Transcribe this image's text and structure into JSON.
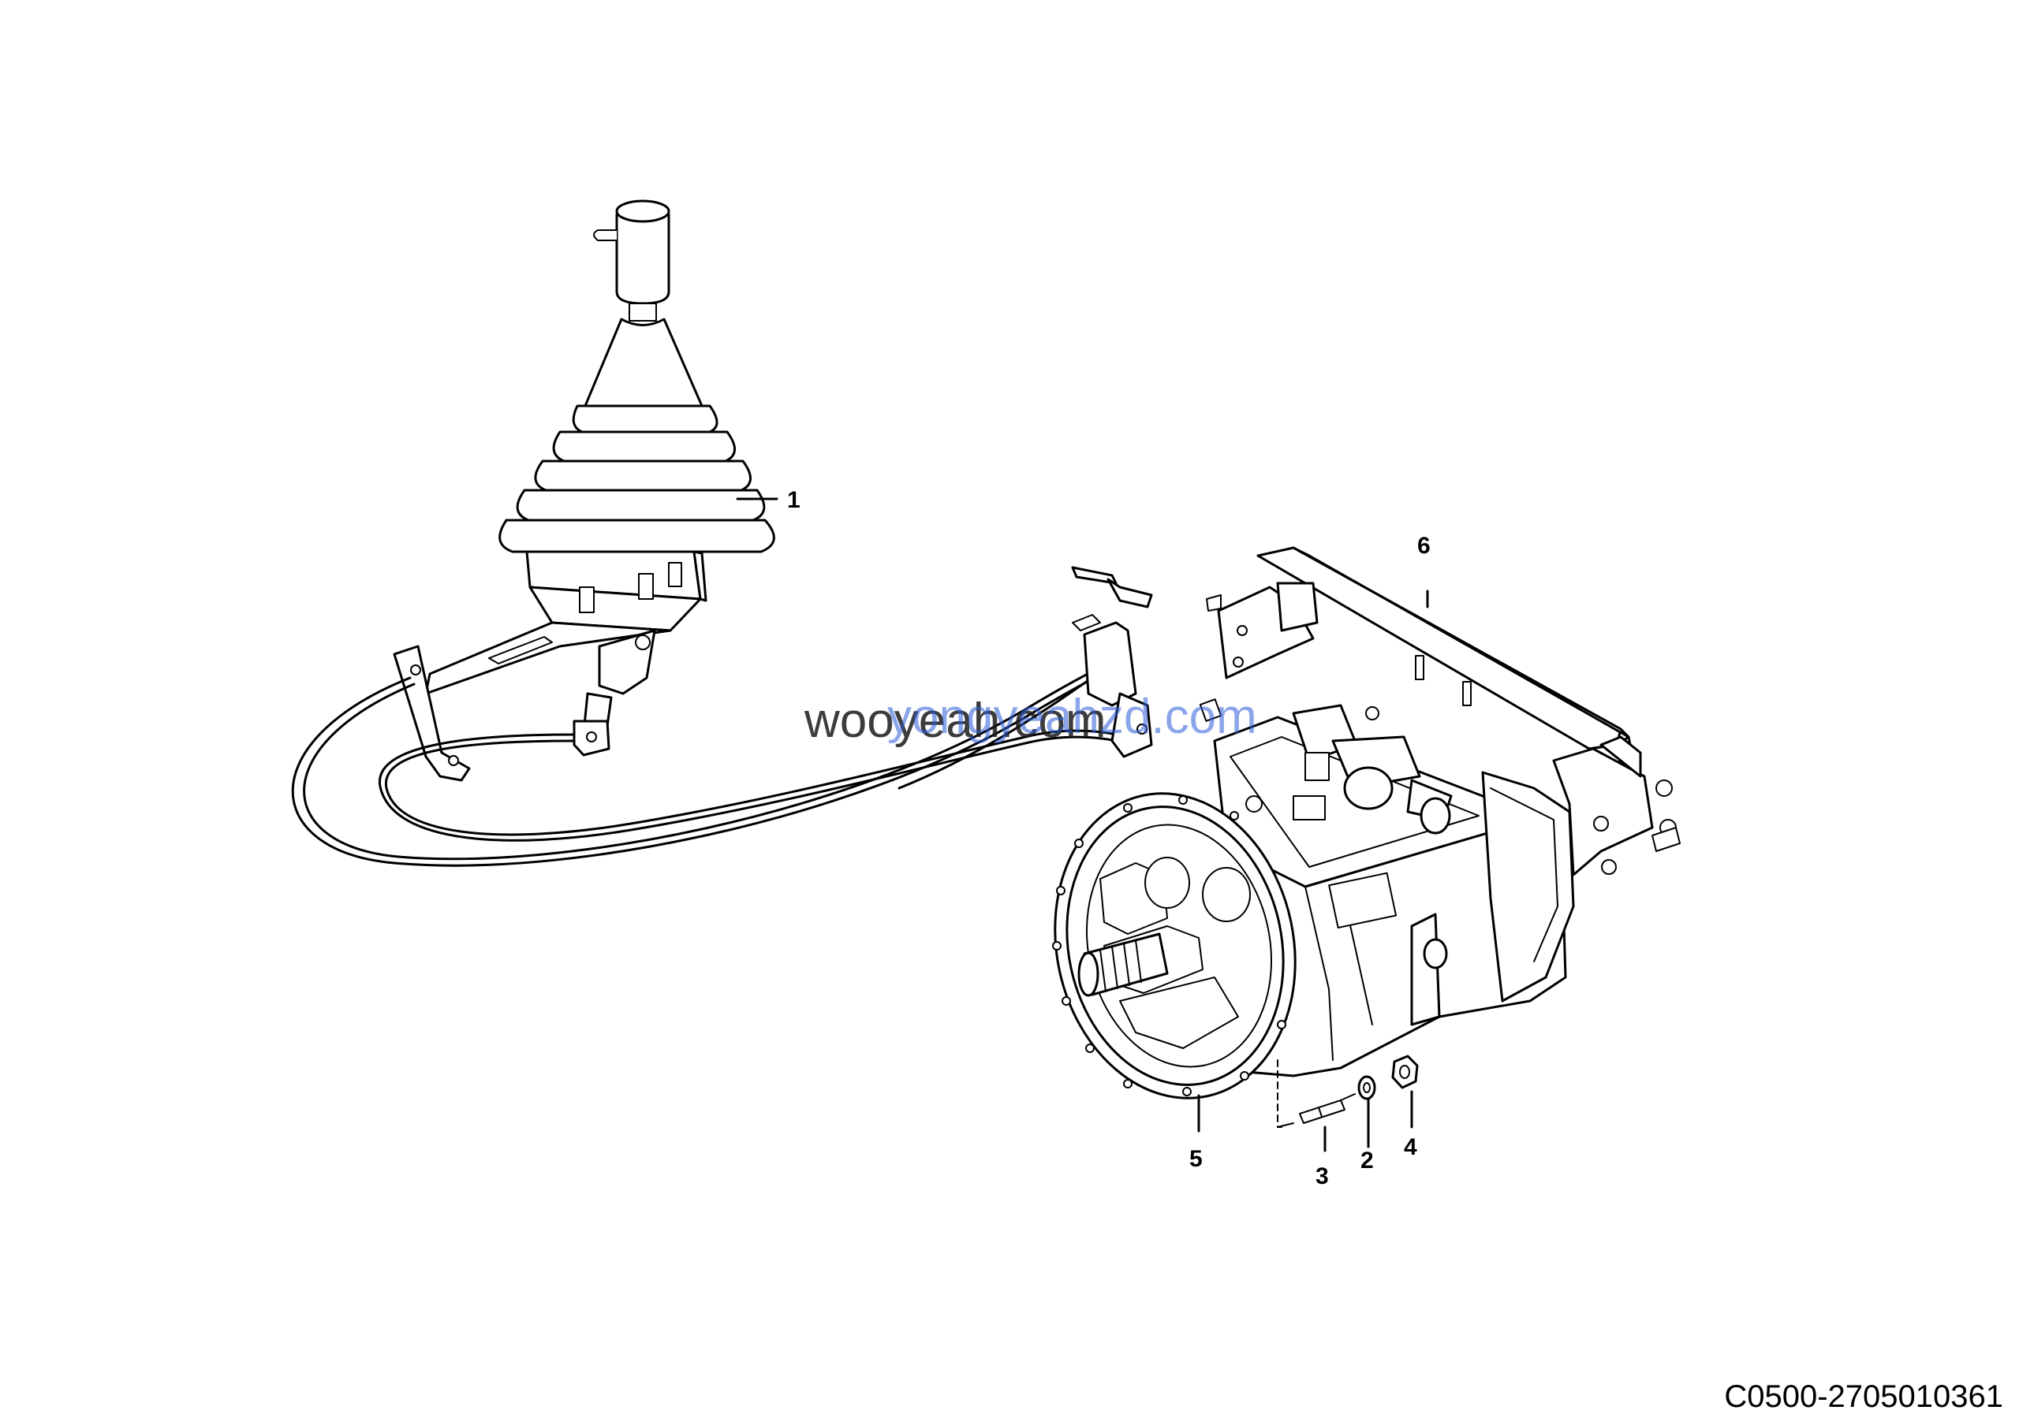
{
  "diagram": {
    "callouts": [
      {
        "id": "1",
        "label": "1"
      },
      {
        "id": "2",
        "label": "2"
      },
      {
        "id": "3",
        "label": "3"
      },
      {
        "id": "4",
        "label": "4"
      },
      {
        "id": "5",
        "label": "5"
      },
      {
        "id": "6",
        "label": "6"
      }
    ],
    "document_number": "C0500-2705010361",
    "watermark_text": "wooyeah.com",
    "watermark_overlay_text": "yongyeahzd.com",
    "colors": {
      "line": "#000000",
      "background": "#ffffff",
      "watermark_dark": "#1a1a1a",
      "watermark_blue": "#2a5bd7"
    }
  }
}
